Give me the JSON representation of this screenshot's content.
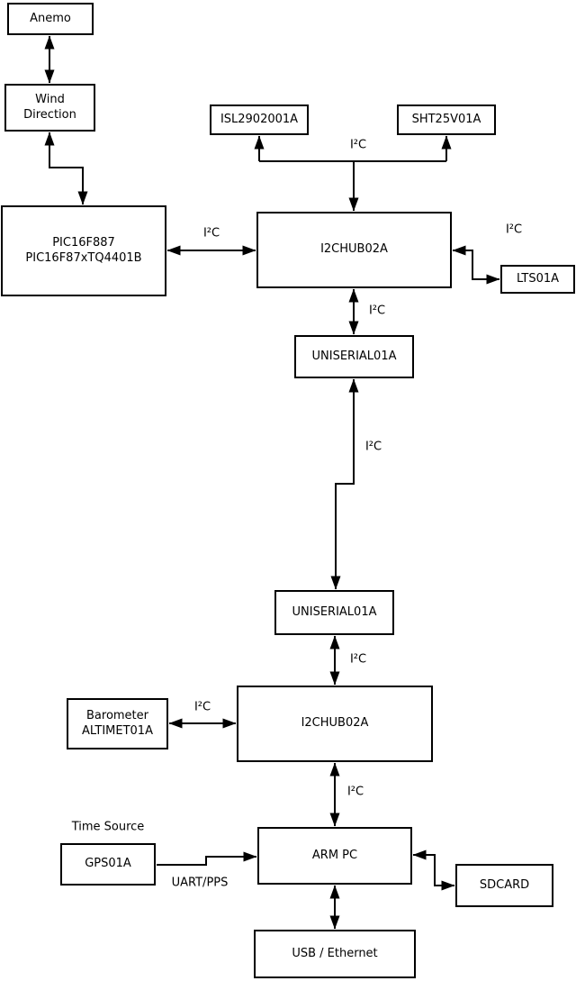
{
  "diagram": {
    "nodes": {
      "anemo": {
        "lines": [
          "Anemo"
        ]
      },
      "wind_direction": {
        "lines": [
          "Wind",
          "Direction"
        ]
      },
      "pic": {
        "lines": [
          "PIC16F887",
          "PIC16F87xTQ4401B"
        ]
      },
      "isl": {
        "lines": [
          "ISL2902001A"
        ]
      },
      "sht": {
        "lines": [
          "SHT25V01A"
        ]
      },
      "hub1": {
        "lines": [
          "I2CHUB02A"
        ]
      },
      "lts": {
        "lines": [
          "LTS01A"
        ]
      },
      "uniserial_top": {
        "lines": [
          "UNISERIAL01A"
        ]
      },
      "uniserial_bottom": {
        "lines": [
          "UNISERIAL01A"
        ]
      },
      "hub2": {
        "lines": [
          "I2CHUB02A"
        ]
      },
      "barometer": {
        "lines": [
          "Barometer",
          "ALTIMET01A"
        ]
      },
      "gps": {
        "lines": [
          "GPS01A"
        ]
      },
      "arm_pc": {
        "lines": [
          "ARM PC"
        ]
      },
      "sdcard": {
        "lines": [
          "SDCARD"
        ]
      },
      "usb_ethernet": {
        "lines": [
          "USB / Ethernet"
        ]
      }
    },
    "edge_labels": {
      "i2c": "I²C",
      "uart_pps": "UART/PPS",
      "time_source": "Time Source"
    },
    "colors": {
      "background": "#ffffff",
      "box_fill": "#ffffff",
      "box_border": "#000000",
      "line": "#000000",
      "text": "#000000"
    }
  }
}
